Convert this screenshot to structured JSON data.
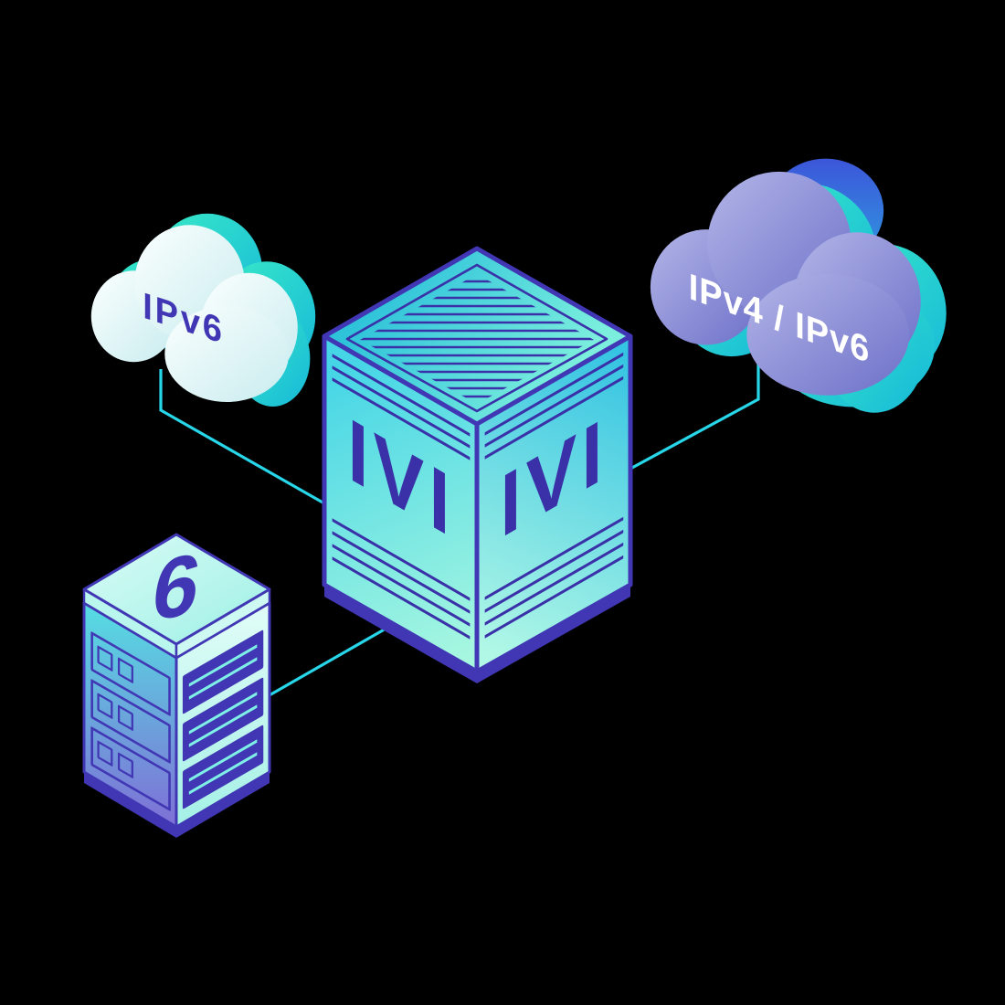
{
  "palette": {
    "background": "#000000",
    "line_cyan": "#27d6e8",
    "indigo": "#4137b4",
    "stripe_indigo": "#3a30a8",
    "teal": "#2fe0c8",
    "cloud_purple": "#8d91d9",
    "cloud_white": "#f2fbfa",
    "label_white": "#ffffff"
  },
  "nodes": {
    "ipv6_cloud": {
      "label": "IPv6",
      "type": "cloud"
    },
    "ipv4_ipv6_cloud": {
      "label": "IPv4 / IPv6",
      "type": "cloud"
    },
    "ivi_box": {
      "label_left": "IVI",
      "label_right": "IVI",
      "type": "translator-box"
    },
    "ipv6_server": {
      "label": "6",
      "type": "server-rack"
    }
  },
  "connections": [
    {
      "from": "ipv6_cloud",
      "to": "ivi_box"
    },
    {
      "from": "ipv4_ipv6_cloud",
      "to": "ivi_box"
    },
    {
      "from": "ipv6_server",
      "to": "ivi_box"
    }
  ]
}
